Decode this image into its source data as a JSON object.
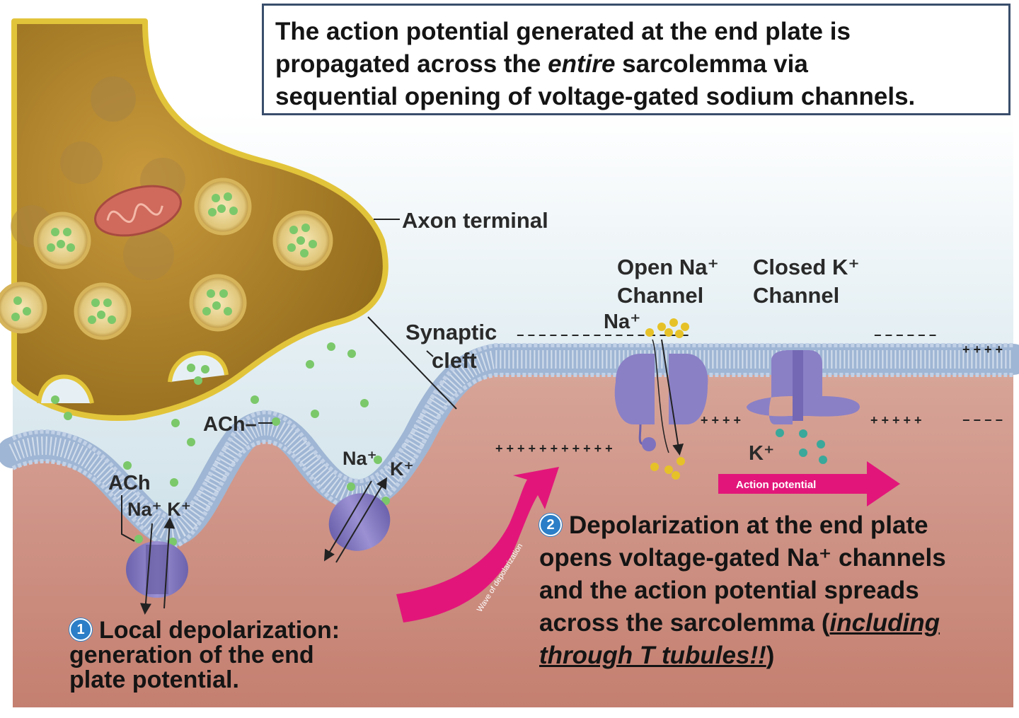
{
  "header": {
    "line1": "The action potential generated at the end plate is",
    "line2_a": "propagated across the ",
    "line2_em": "entire",
    "line2_b": " sarcolemma via",
    "line3": "sequential opening of voltage-gated sodium channels."
  },
  "labels": {
    "axon_terminal": "Axon terminal",
    "synaptic": "Synaptic",
    "cleft": "cleft",
    "ach_dash": "ACh–",
    "ach": "ACh",
    "na_k_left": "Na⁺ K⁺",
    "na_mid": "Na⁺",
    "k_mid": "K⁺",
    "open_na_1": "Open Na⁺",
    "open_na_2": "Channel",
    "closed_k_1": "Closed K⁺",
    "closed_k_2": "Channel",
    "na_right": "Na⁺",
    "k_right": "K⁺",
    "action_potential": "Action potential",
    "wave_of_depolarization": "Wave of depolarization"
  },
  "step1": {
    "number": "1",
    "line1": "Local depolarization:",
    "line2": "generation of the end",
    "line3": "plate potential."
  },
  "step2": {
    "number": "2",
    "line1": "Depolarization at the end plate",
    "line2": "opens voltage-gated Na⁺ channels",
    "line3": "and the action potential spreads",
    "line4_a": "across the sarcolemma (",
    "line4_u": "including",
    "line5_u": "through T tubules!!",
    "line5_b": ")"
  },
  "colors": {
    "axon_gold": "#b98a2c",
    "vesicle_green": "#7bc86a",
    "membrane_blue": "#a9bfd8",
    "channel_purple": "#8a7fc4",
    "arrow_pink": "#e2167a",
    "sarcoplasm": "#c98f82"
  }
}
